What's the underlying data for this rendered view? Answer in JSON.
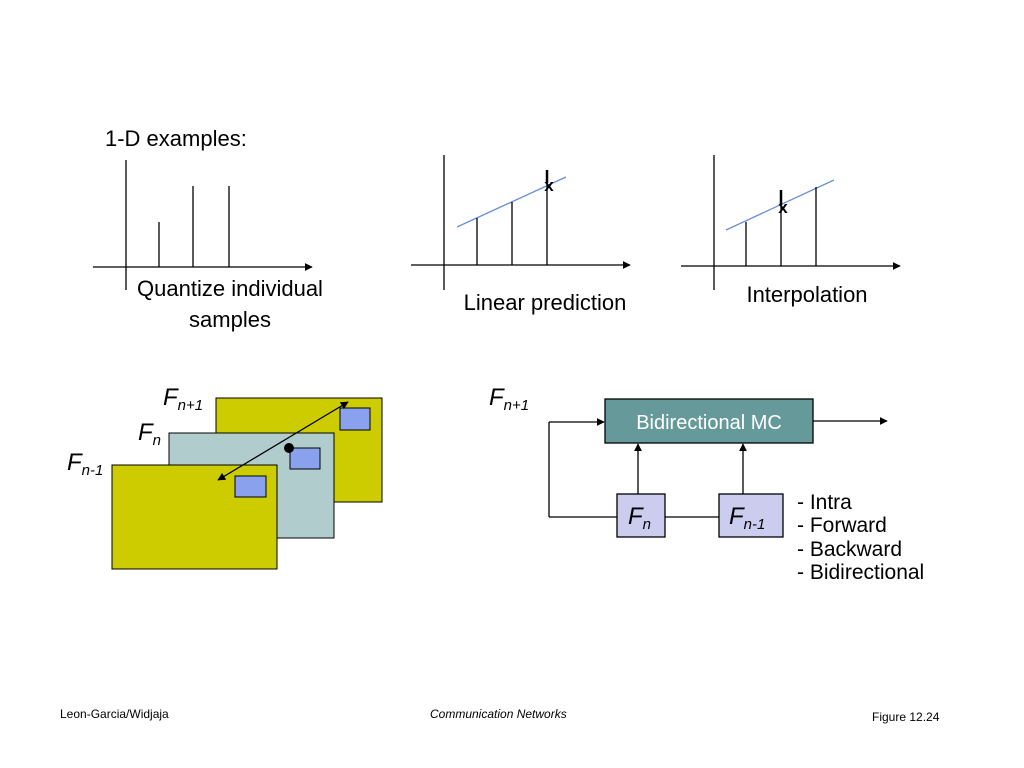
{
  "heading": "1-D examples:",
  "plots": {
    "quantize": {
      "caption_line1": "Quantize individual",
      "caption_line2": "samples"
    },
    "linear_prediction": {
      "caption": "Linear prediction",
      "marker": "x"
    },
    "interpolation": {
      "caption": "Interpolation",
      "marker": "x"
    }
  },
  "frames": {
    "f_next": {
      "base": "F",
      "sub": "n+1"
    },
    "f_cur": {
      "base": "F",
      "sub": "n"
    },
    "f_prev": {
      "base": "F",
      "sub": "n-1"
    }
  },
  "block_diagram": {
    "input_label": {
      "base": "F",
      "sub": "n+1"
    },
    "mc_label": "Bidirectional MC",
    "store_n": {
      "base": "F",
      "sub": "n"
    },
    "store_prev": {
      "base": "F",
      "sub": "n-1"
    },
    "modes": [
      "- Intra",
      "- Forward",
      "- Backward",
      "- Bidirectional"
    ]
  },
  "colors": {
    "frame_yellow": "#cccc00",
    "frame_teal": "#b0cccc",
    "block_blue": "#8aa2ee",
    "mc_box": "#669999",
    "store_box": "#ccccee",
    "prediction_line": "#6a8fd8"
  },
  "footer": {
    "left": "Leon-Garcia/Widjaja",
    "center": "Communication Networks",
    "right": "Figure 12.24"
  }
}
